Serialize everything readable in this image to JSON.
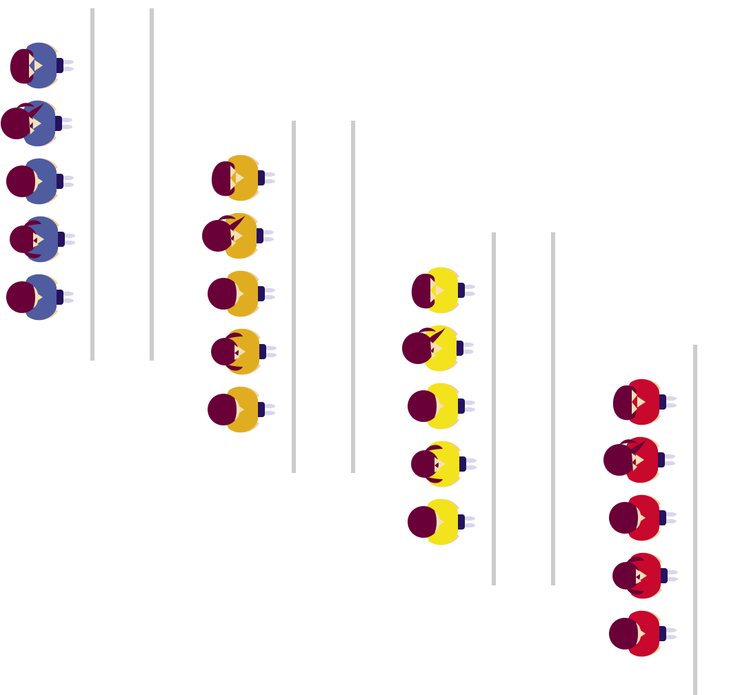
{
  "colors": {
    "background": "#ffffff",
    "divider_line": "#cccccc",
    "hair": "#690037",
    "skin": "#f2cf9c",
    "skin_light": "#f8dfb6",
    "pants": "#26125e",
    "shoes": "#d9d6ec"
  },
  "groups": [
    {
      "name": "blue-team",
      "shirt_color": "#4f5c9f",
      "people": 5,
      "styles": [
        "bob",
        "ponytail",
        "short",
        "buns",
        "short"
      ]
    },
    {
      "name": "orange-team",
      "shirt_color": "#e0ad21",
      "people": 5,
      "styles": [
        "bob",
        "ponytail",
        "short",
        "buns",
        "short"
      ]
    },
    {
      "name": "yellow-team",
      "shirt_color": "#f2e31c",
      "people": 5,
      "styles": [
        "bob",
        "ponytail",
        "short",
        "buns",
        "short"
      ]
    },
    {
      "name": "red-team",
      "shirt_color": "#c8082d",
      "people": 5,
      "styles": [
        "bob",
        "ponytail",
        "short",
        "buns",
        "short"
      ]
    }
  ]
}
